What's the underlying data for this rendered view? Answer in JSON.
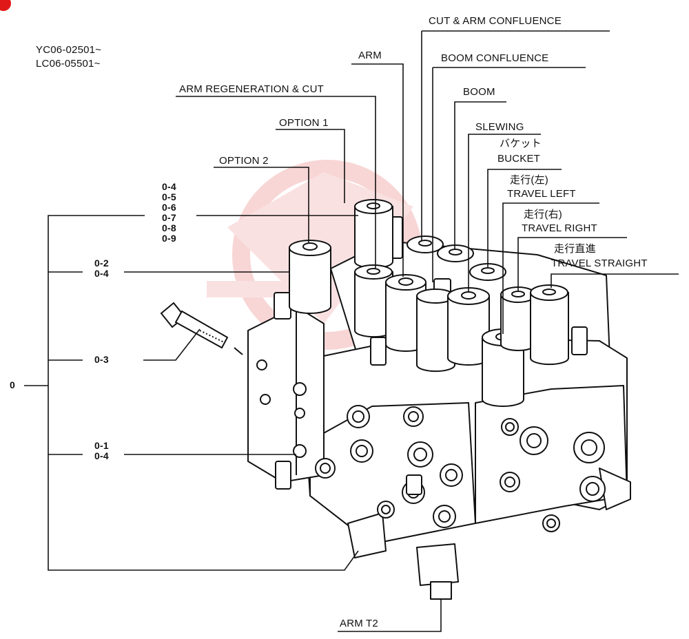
{
  "header": {
    "serials": [
      "YC06-02501~",
      "LC06-05501~"
    ]
  },
  "callouts": {
    "cut_arm_confluence": "CUT & ARM CONFLUENCE",
    "arm": "ARM",
    "boom_confluence": "BOOM CONFLUENCE",
    "arm_regeneration_cut": "ARM REGENERATION & CUT",
    "boom": "BOOM",
    "option1": "OPTION 1",
    "slewing": "SLEWING",
    "bucket_jp": "バケット",
    "bucket": "BUCKET",
    "option2": "OPTION 2",
    "travel_left_jp": "走行(左)",
    "travel_left": "TRAVEL LEFT",
    "travel_right_jp": "走行(右)",
    "travel_right": "TRAVEL RIGHT",
    "travel_straight_jp": "走行直進",
    "travel_straight": "TRAVEL STRAIGHT",
    "arm_t2": "ARM T2"
  },
  "refs": {
    "group_top": [
      "0-4",
      "0-5",
      "0-6",
      "0-7",
      "0-8",
      "0-9"
    ],
    "pair_a": [
      "0-2",
      "0-4"
    ],
    "bolt": "0-3",
    "pair_b": [
      "0-1",
      "0-4"
    ],
    "root": "0"
  },
  "colors": {
    "ink": "#111111",
    "watermark": "#f3c4c4",
    "badge": "#e01818"
  }
}
